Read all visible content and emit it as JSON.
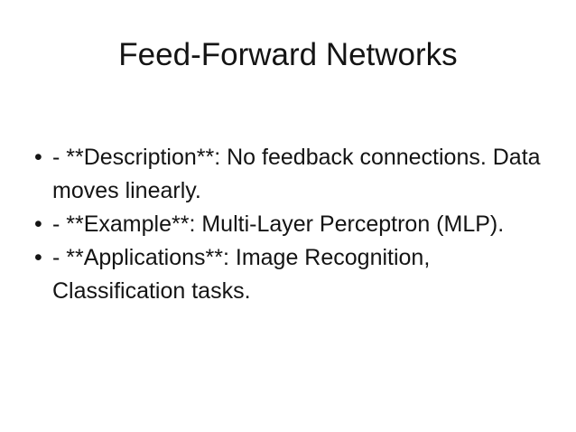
{
  "slide": {
    "title": "Feed-Forward Networks",
    "bullets": [
      "- **Description**: No feedback connections. Data moves linearly.",
      "- **Example**: Multi-Layer Perceptron (MLP).",
      "- **Applications**: Image Recognition, Classification tasks."
    ],
    "colors": {
      "background": "#ffffff",
      "text": "#141414"
    }
  }
}
